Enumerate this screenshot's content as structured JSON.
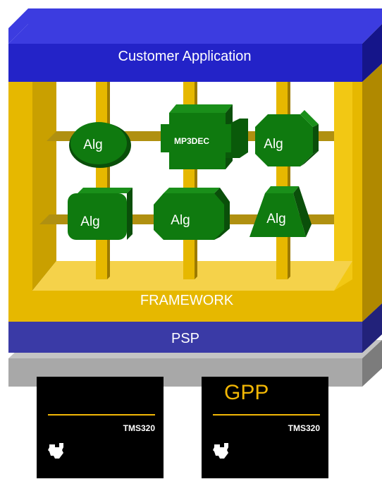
{
  "diagram": {
    "customer_application_label": "Customer Application",
    "framework_label": "FRAMEWORK",
    "psp_label": "PSP",
    "algorithms": [
      {
        "label": "Alg"
      },
      {
        "label": "MP3DEC"
      },
      {
        "label": "Alg"
      },
      {
        "label": "Alg"
      },
      {
        "label": "Alg"
      },
      {
        "label": "Alg"
      }
    ],
    "chips": [
      {
        "top_label": "",
        "part_label": "TMS320"
      },
      {
        "top_label": "GPP",
        "part_label": "TMS320"
      }
    ]
  },
  "colors": {
    "customer_application": "#2323c8",
    "framework": "#e6b800",
    "psp": "#3a3aa6",
    "hardware_slab": "#a8a8a8",
    "algorithm": "#0f7a0f",
    "chip": "#000000",
    "gpp_text": "#f2b705"
  }
}
